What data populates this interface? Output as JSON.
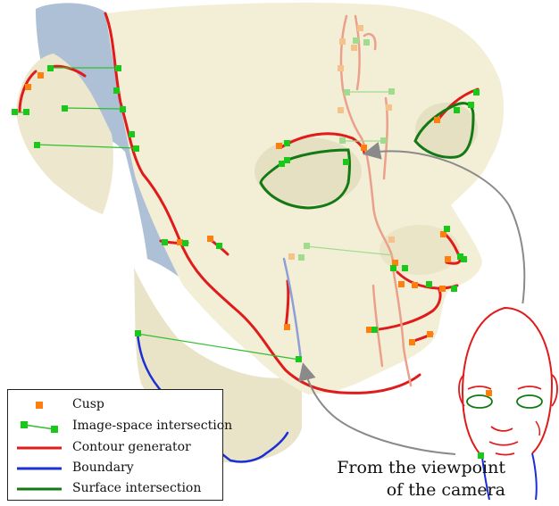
{
  "legend": {
    "cusp": "Cusp",
    "intersection": "Image-space intersection",
    "contour": "Contour generator",
    "boundary": "Boundary",
    "surface": "Surface intersection"
  },
  "caption": {
    "line1": "From the viewpoint",
    "line2": "of the camera"
  },
  "colors": {
    "skin": "#f3efd6",
    "skin_shade": "#e4dec0",
    "backface": "#a9bdd4",
    "contour": "#e01b1b",
    "contour_far": "#eba08c",
    "boundary": "#1c2fd6",
    "surface_intersection": "#137a13",
    "cusp": "#ff7f0e",
    "intersection": "#19c919",
    "arrow": "#8a8a8a"
  }
}
